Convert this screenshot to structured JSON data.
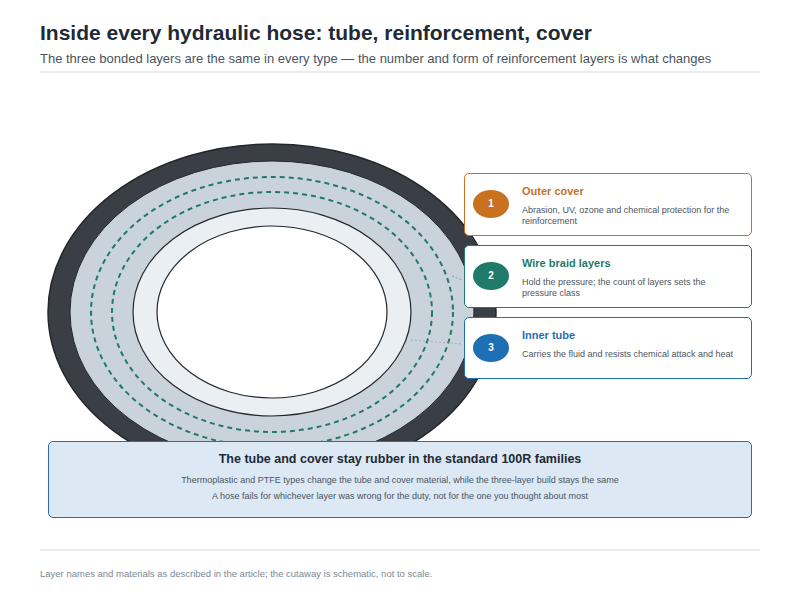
{
  "diagram": {
    "title": "Inside every hydraulic hose: tube, reinforcement, cover",
    "caption": "Layer names and materials as described in the article; the cutaway is schematic, not to scale.",
    "nodes": [
      {
        "text": [
          "Outer cover",
          "Abrasion, UV, ozone and chemical protection for the reinforcement"
        ]
      },
      {
        "text": [
          "Wire braid layers",
          "Hold the pressure; the count of layers sets the pressure class"
        ]
      },
      {
        "text": [
          "Inner tube",
          "Carries the fluid and resists chemical attack and heat"
        ]
      },
      {
        "text": [
          "The tube and cover stay rubber in the standard 100R families",
          "Thermoplastic and PTFE types change the tube and cover material, while the three-layer build stays the same",
          "A hose fails for whichever layer was wrong for the duty, not for the one you thought about most"
        ]
      }
    ],
    "labels": [
      "The three bonded layers are the same in every type — the number and form of reinforcement layers is what changes",
      "1",
      "2",
      "3"
    ]
  }
}
